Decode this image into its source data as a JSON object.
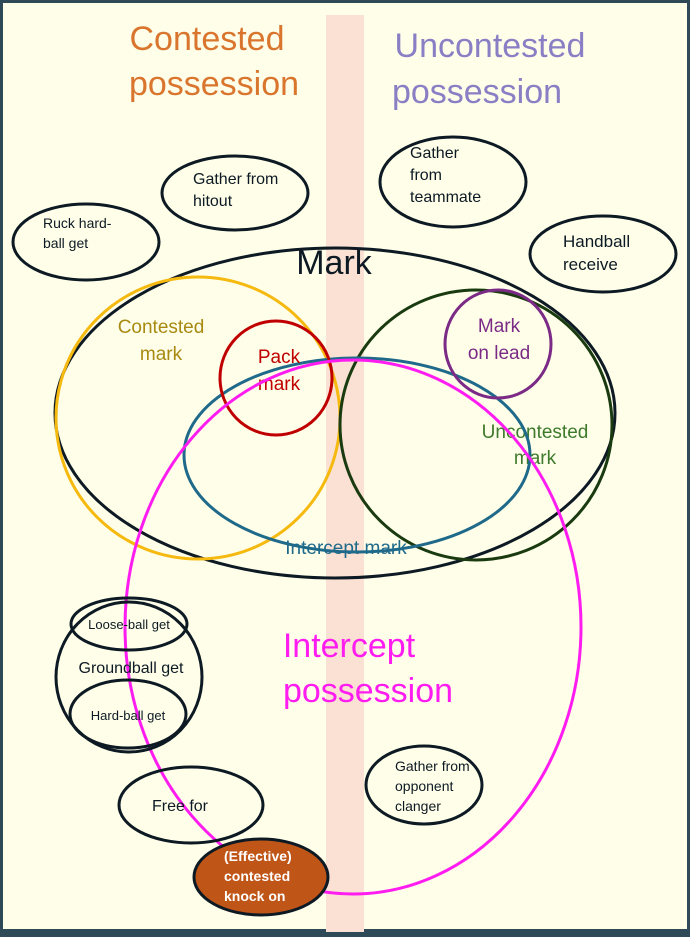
{
  "colors": {
    "background": "#fefee9",
    "frame": "#2e4a57",
    "divider_band": "#fae1d3",
    "contested_heading": "#d9752d",
    "uncontested_heading": "#8a7ec4",
    "contested_mark": "#f5b90f",
    "contested_mark_text": "#a88a12",
    "pack_mark": "#c00000",
    "intercept_mark": "#1f6a8a",
    "uncontested_mark": "#1a3a10",
    "uncontested_mark_text": "#3e7a2c",
    "mark_on_lead": "#7b2b86",
    "intercept_possession": "#ff1cf0",
    "outline": "#0d1a24",
    "knock_on_fill": "#c05518"
  },
  "headings": {
    "contested": [
      "Contested",
      "possession"
    ],
    "uncontested": [
      "Uncontested",
      "possession"
    ],
    "intercept": [
      "Intercept",
      "possession"
    ]
  },
  "sets": {
    "mark": "Mark",
    "contested_mark": [
      "Contested",
      "mark"
    ],
    "pack_mark": [
      "Pack",
      "mark"
    ],
    "mark_on_lead": [
      "Mark",
      "on lead"
    ],
    "uncontested_mark": [
      "Uncontested",
      "mark"
    ],
    "intercept_mark": "Intercept mark",
    "groundball_get": "Groundball get",
    "loose_ball_get": "Loose-ball get",
    "hard_ball_get": "Hard-ball get"
  },
  "items": {
    "ruck_hard_ball_get": [
      "Ruck hard-",
      "ball get"
    ],
    "gather_from_hitout": [
      "Gather from",
      "hitout"
    ],
    "gather_from_teammate": [
      "Gather",
      "from",
      "teammate"
    ],
    "handball_receive": [
      "Handball",
      "receive"
    ],
    "free_for": "Free for",
    "gather_from_opponent_clanger": [
      "Gather from",
      "opponent",
      "clanger"
    ],
    "effective_contested_knock_on": [
      "(Effective)",
      "contested",
      "knock on"
    ]
  }
}
